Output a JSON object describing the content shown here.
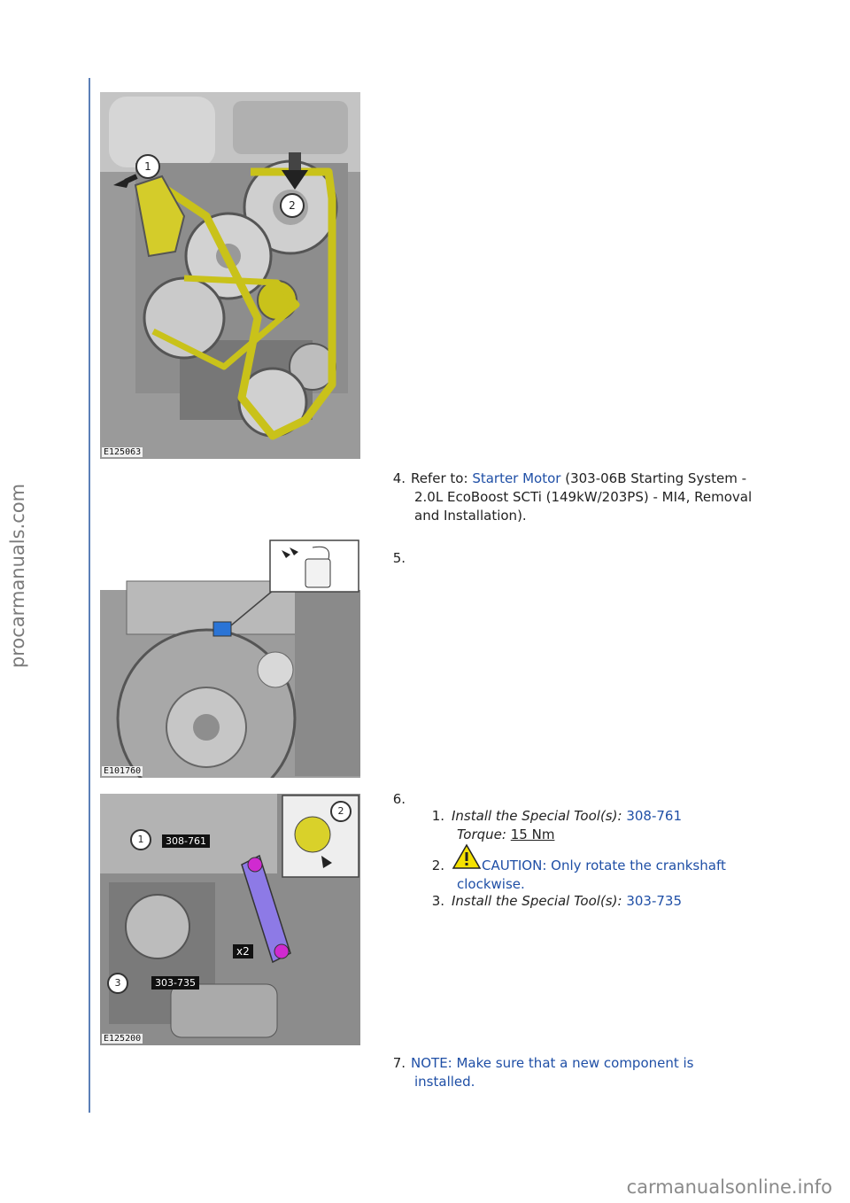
{
  "side_watermark": "procarmanuals.com",
  "footer_watermark": "carmanualsonline.info",
  "figures": {
    "fig1_caption": "E125063",
    "fig1_callouts": [
      "1",
      "2"
    ],
    "fig2_caption": "E101760",
    "fig3_caption": "E125200",
    "fig3_callouts": [
      "1",
      "2",
      "3"
    ],
    "fig3_labels": [
      "308-761",
      "303-735",
      "x2"
    ]
  },
  "steps": {
    "s4": {
      "num": "4.",
      "prefix": "Refer to: ",
      "link": "Starter Motor",
      "line1_rest": " (303-06B Starting System -",
      "line2": "2.0L EcoBoost SCTi (149kW/203PS) - MI4, Removal",
      "line3": "and Installation)."
    },
    "s5": {
      "num": "5."
    },
    "s6": {
      "num": "6.",
      "sub1": {
        "num": "1.",
        "label": "Install the Special Tool(s):",
        "tool": "308-761",
        "torque_label": "Torque:",
        "torque_value": "15 Nm"
      },
      "sub2": {
        "num": "2.",
        "caution_line1": "CAUTION: Only rotate the crankshaft",
        "caution_line2": "clockwise."
      },
      "sub3": {
        "num": "3.",
        "label": "Install the Special Tool(s):",
        "tool": "303-735"
      }
    },
    "s7": {
      "num": "7.",
      "line1": "NOTE: Make sure that a new component is",
      "line2": "installed."
    }
  },
  "colors": {
    "link": "#1f4fa6",
    "rule": "#5b7fb7",
    "belt": "#c9c21a",
    "tool_magenta": "#d02ad0",
    "tool_blue": "#2a74d6",
    "caution_yellow": "#f5e100"
  }
}
